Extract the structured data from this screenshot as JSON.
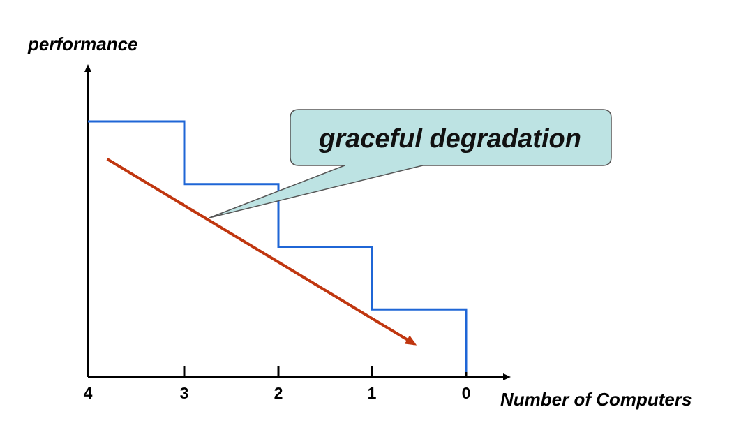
{
  "chart_data": {
    "type": "line",
    "ylabel": "performance",
    "xlabel": "Number of Computers",
    "x_ticks": [
      "4",
      "3",
      "2",
      "1",
      "0"
    ],
    "series": [
      {
        "style": "step",
        "color": "#1f66d6",
        "points": [
          {
            "computers": 4,
            "performance": 4
          },
          {
            "computers": 3,
            "performance": 4
          },
          {
            "computers": 3,
            "performance": 3
          },
          {
            "computers": 2,
            "performance": 3
          },
          {
            "computers": 2,
            "performance": 2
          },
          {
            "computers": 1,
            "performance": 2
          },
          {
            "computers": 1,
            "performance": 1
          },
          {
            "computers": 0,
            "performance": 1
          },
          {
            "computers": 0,
            "performance": 0
          }
        ]
      }
    ],
    "trend_arrow": {
      "color": "#c0360f",
      "from": {
        "computers": 3.8,
        "performance": 3.4
      },
      "to": {
        "computers": 0.55,
        "performance": 0.45
      }
    },
    "callout": {
      "text": "graceful degradation",
      "fill": "#bde3e3",
      "stroke": "#555555"
    }
  }
}
